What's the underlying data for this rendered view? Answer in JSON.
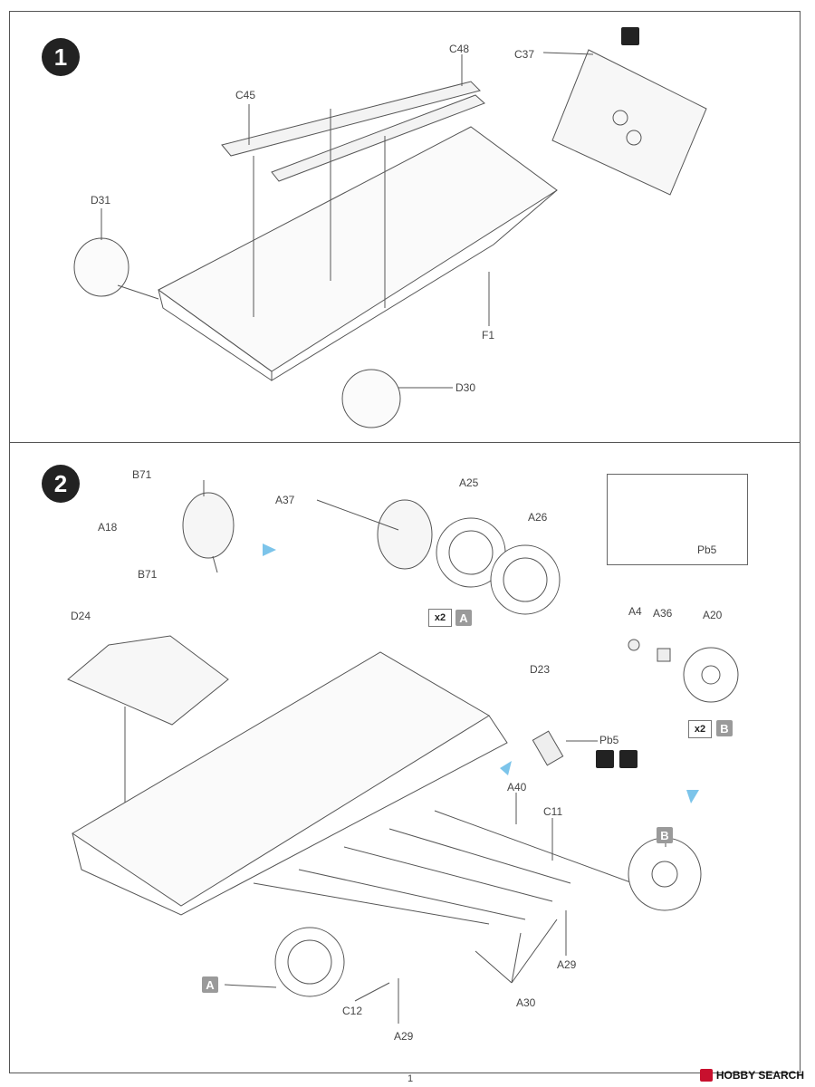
{
  "step1": {
    "number": "1",
    "labels": {
      "c45": "C45",
      "c48": "C48",
      "c37": "C37",
      "d31": "D31",
      "f1": "F1",
      "d30": "D30"
    }
  },
  "step2": {
    "number": "2",
    "labels": {
      "b71_top": "B71",
      "a18": "A18",
      "b71_bottom": "B71",
      "a37": "A37",
      "a25": "A25",
      "a26": "A26",
      "pb5_inset": "Pb5",
      "x2_a": "x2",
      "tag_a": "A",
      "d24": "D24",
      "a4": "A4",
      "a36": "A36",
      "a20": "A20",
      "d23": "D23",
      "pb5": "Pb5",
      "x2_b": "x2",
      "tag_b": "B",
      "a40": "A40",
      "c11": "C11",
      "tag_b_place": "B",
      "tag_a_place": "A",
      "a29_right": "A29",
      "c12": "C12",
      "a30": "A30",
      "a29_bottom": "A29"
    }
  },
  "footer": {
    "page_number": "1",
    "watermark": "HOBBY SEARCH"
  },
  "colors": {
    "line": "#555555",
    "badge": "#222222",
    "arrow": "#7cc4ea",
    "pb5_part": "#f2d76a",
    "tag_grey": "#9a9a9a"
  }
}
